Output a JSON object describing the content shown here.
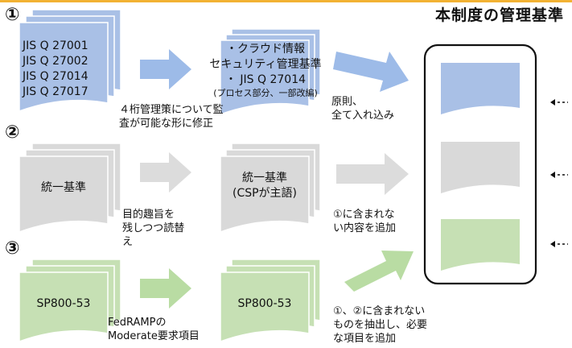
{
  "title": "本制度の管理基準",
  "rows": [
    {
      "number": "①",
      "source_lines": [
        "JIS Q 27001",
        "JIS Q 27002",
        "JIS Q 27014",
        "JIS Q 27017"
      ],
      "step1_label": [
        "４桁管理策について監",
        "査が可能な形に修正"
      ],
      "mid_lines": [
        "・クラウド情報",
        "セキュリティ管理基準",
        "・ JIS Q 27014",
        "(プロセス部分、一部改編)"
      ],
      "step2_label": [
        "原則、",
        "全て入れ込み"
      ]
    },
    {
      "number": "②",
      "source_lines": [
        "統一基準"
      ],
      "step1_label": [
        "目的趣旨を",
        "残しつつ読替",
        "え"
      ],
      "mid_lines": [
        "統一基準",
        "(CSPが主語)"
      ],
      "step2_label": [
        "①に含まれな",
        "い内容を追加"
      ]
    },
    {
      "number": "③",
      "source_lines": [
        "SP800-53"
      ],
      "step1_label": [
        "FedRAMPの",
        "Moderate要求項目"
      ],
      "mid_lines": [
        "SP800-53"
      ],
      "step2_label": [
        "①、②に含まれない",
        "ものを抽出し、必要",
        "な項目を追加"
      ]
    }
  ],
  "colors": {
    "blue": "#a9c0e6",
    "gray": "#d9d9d9",
    "green": "#c6e0b4",
    "arrow_blue": "#9dbbe8",
    "arrow_gray": "#dcdcdc",
    "arrow_green": "#b9dca3",
    "accent_line": "#f2b233"
  }
}
